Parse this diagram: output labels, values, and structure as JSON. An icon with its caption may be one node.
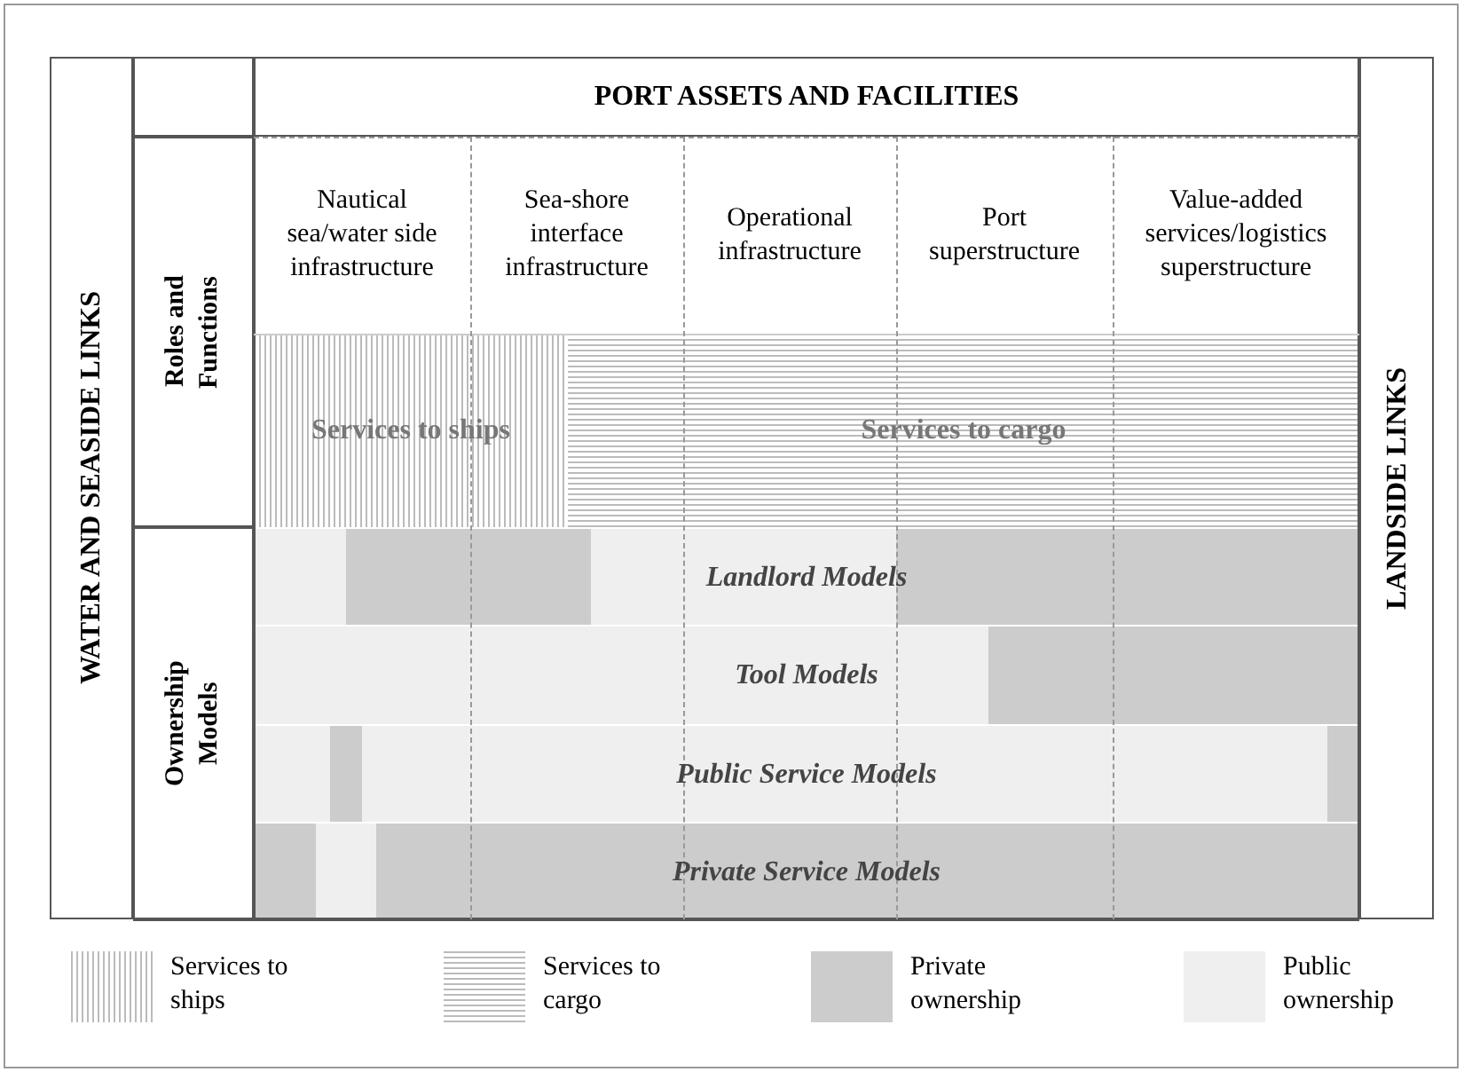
{
  "diagram": {
    "nodes": [
      {
        "text": [
          "WATER AND SEASIDE LINKS"
        ]
      },
      {
        "text": [
          "PORT ASSETS AND FACILITIES"
        ]
      },
      {
        "text": [
          "LANDSIDE LINKS"
        ]
      },
      {
        "text": [
          "Roles and Functions"
        ]
      },
      {
        "text": [
          "Nautical sea/water side infrastructure"
        ]
      },
      {
        "text": [
          "Sea-shore interface infrastructure"
        ]
      },
      {
        "text": [
          "Operational infrastructure"
        ]
      },
      {
        "text": [
          "Port superstructure"
        ]
      },
      {
        "text": [
          "Value-added services/logistics superstructure"
        ]
      },
      {
        "text": [
          "Services to ships"
        ]
      },
      {
        "text": [
          "Services to cargo"
        ]
      },
      {
        "text": [
          "Ownership Models"
        ]
      },
      {
        "text": [
          "Landlord Models"
        ]
      },
      {
        "text": [
          "Tool Models"
        ]
      },
      {
        "text": [
          "Public Service Models"
        ]
      },
      {
        "text": [
          "Private Service Models"
        ]
      }
    ],
    "edges": [],
    "legend": [
      {
        "text": "Services to ships"
      },
      {
        "text": "Services to cargo"
      },
      {
        "text": "Private ownership",
        "color": "#cccccc"
      },
      {
        "text": "Public ownership",
        "color": "#efefef"
      }
    ]
  }
}
